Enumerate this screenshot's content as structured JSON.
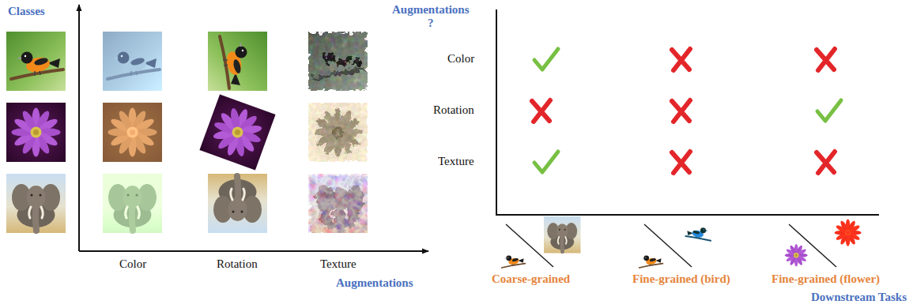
{
  "diagram": {
    "labels": [
      "Classes",
      "Color",
      "Rotation",
      "Texture",
      "Augmentations",
      "Augmentations ?",
      "Color",
      "Rotation",
      "Texture",
      "Coarse-grained",
      "Fine-grained (bird)",
      "Fine-grained (flower)",
      "Downstream Tasks"
    ]
  }
}
